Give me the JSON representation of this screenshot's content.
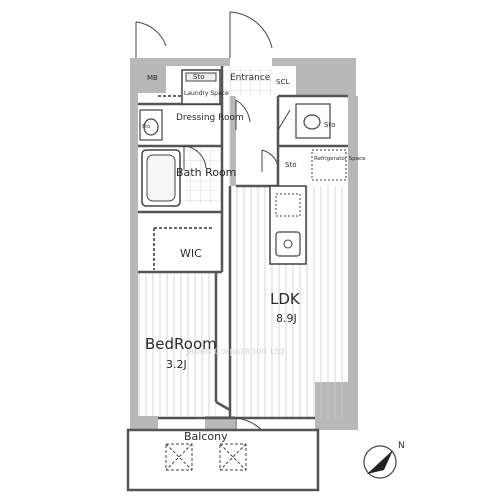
{
  "rooms": {
    "mb": "MB",
    "sto_laundry": "Sto",
    "laundry_space": "Laundry Space",
    "entrance": "Entrance",
    "scl": "SCL",
    "dressing_room": "Dressing Room",
    "sto_toilet_left": "Sto",
    "sto_toilet_right": "Sto",
    "sto_hall": "Sto",
    "refrigerator_space": "Refrigerator Space",
    "bath_room": "Bath Room",
    "wic": "WIC",
    "ldk": "LDK",
    "ldk_size": "8.9J",
    "bedroom": "BedRoom",
    "bedroom_size": "3.2J",
    "balcony": "Balcony"
  },
  "compass": {
    "label": "N"
  },
  "watermark": "Japan Corporation Ltd."
}
